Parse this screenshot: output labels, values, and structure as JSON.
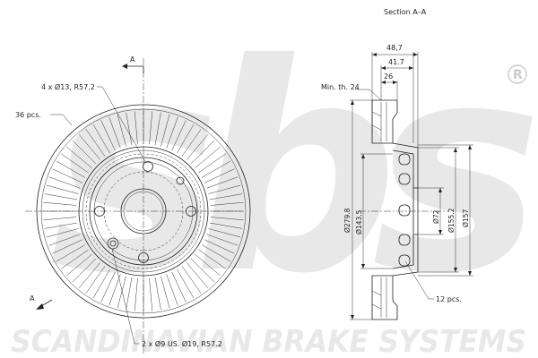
{
  "section_title": "Section A–A",
  "section_marker": "A",
  "dimensions": {
    "bolt_holes": "4 x Ø13, R57.2",
    "vent_count": "36 pcs.",
    "locating_holes": "2 x Ø9 US. Ø19, R57.2",
    "min_thickness": "Min. th. 24",
    "overall_height": "48,7",
    "hat_depth": "41.7",
    "disc_thickness": "26",
    "outer_diameter": "Ø279.8",
    "hat_diameter": "Ø143.5",
    "centre_bore": "Ø72",
    "bolt_circle_inner": "Ø155.2",
    "bolt_circle_outer": "Ø157",
    "cooling_holes": "12 pcs."
  },
  "watermark": {
    "logo_text": "sbs",
    "registered_mark": "®",
    "company": "SCANDINAVIAN BRAKE SYSTEMS"
  }
}
